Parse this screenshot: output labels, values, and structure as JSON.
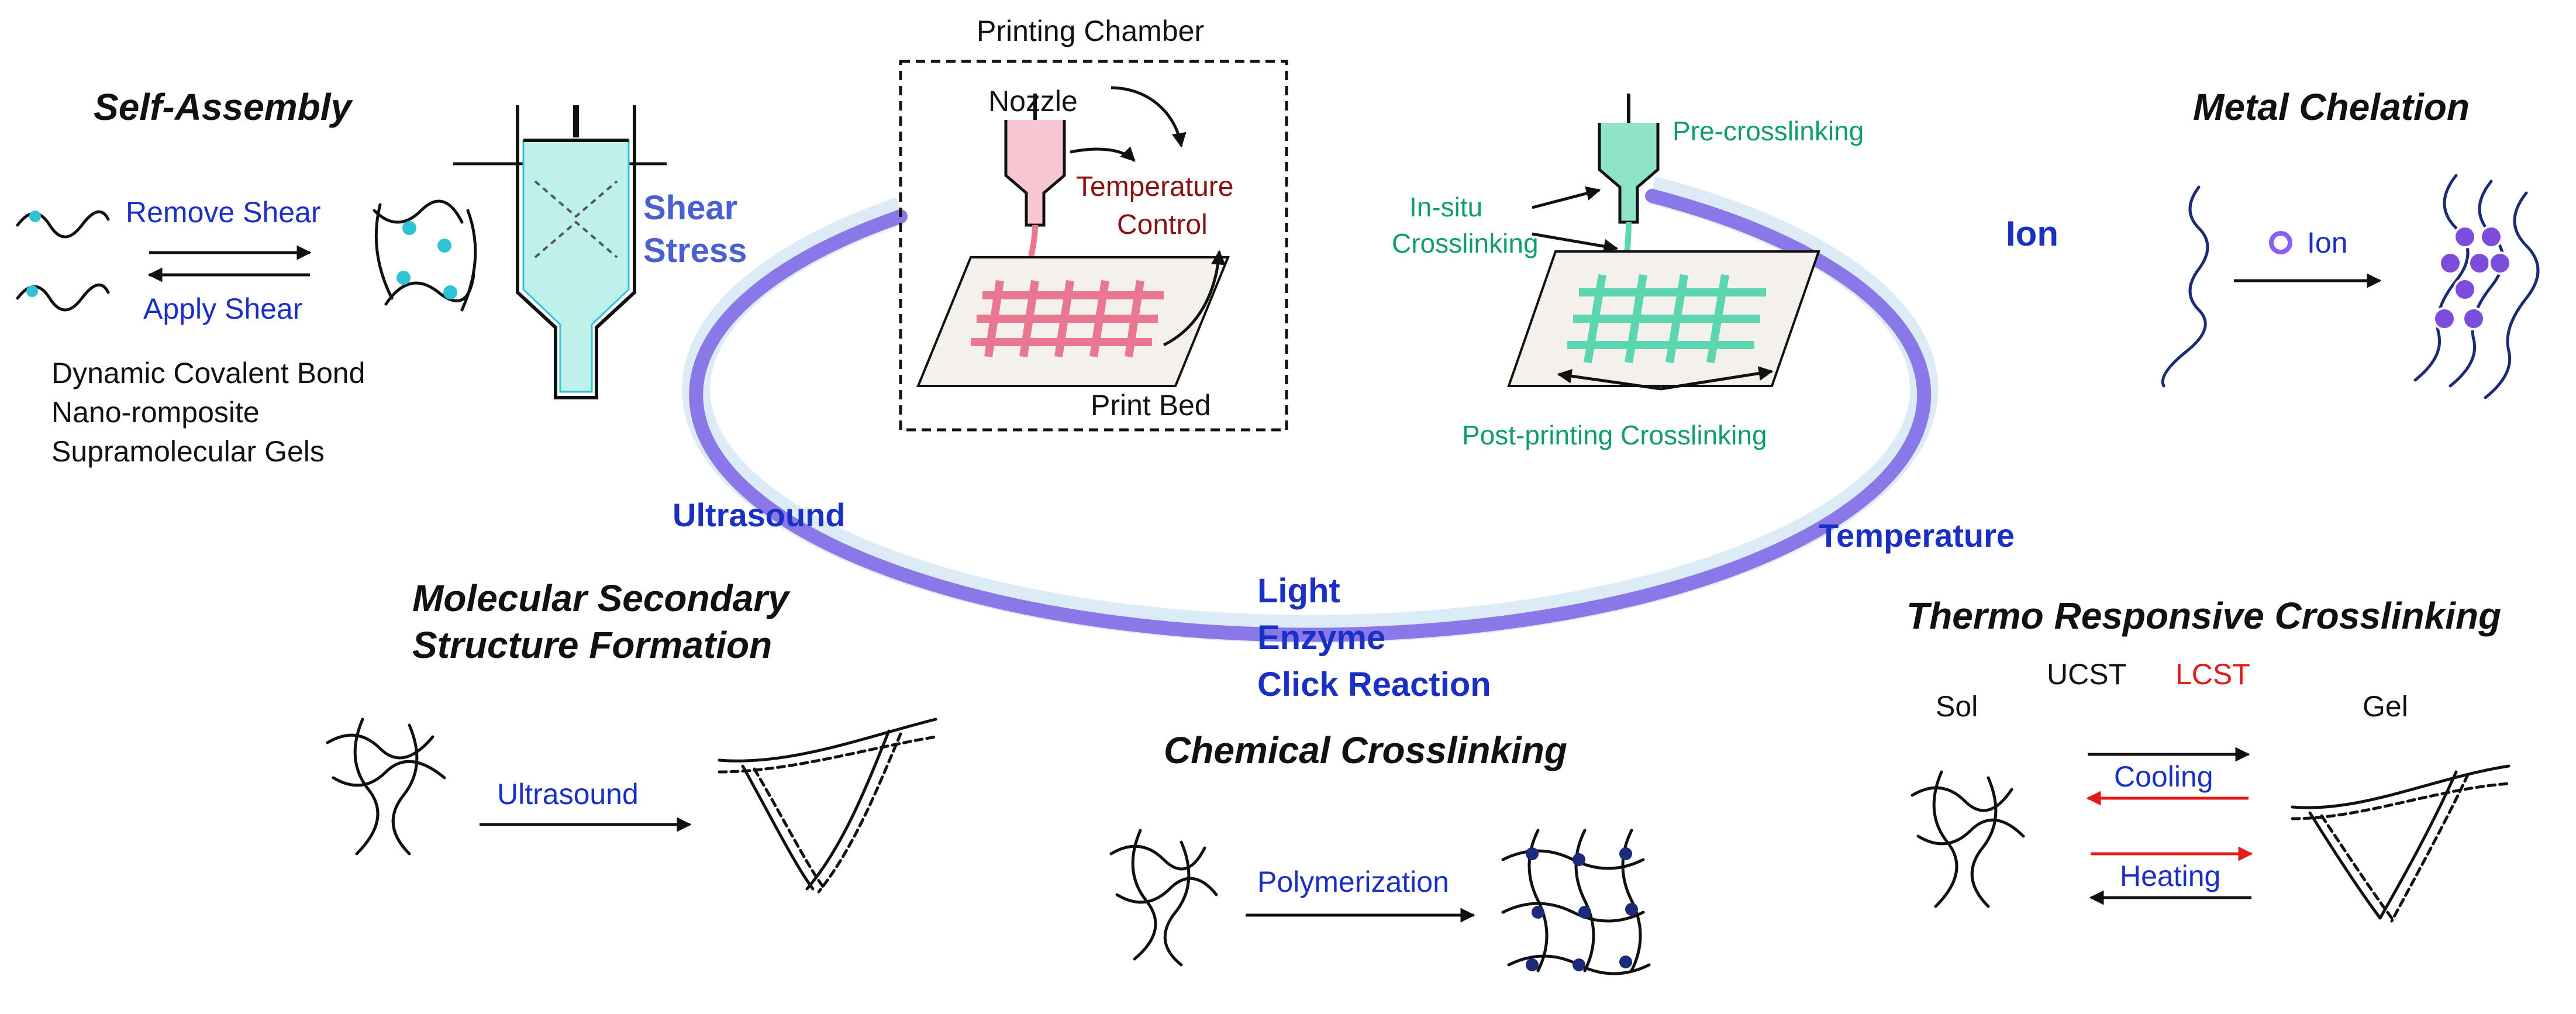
{
  "colors": {
    "stimulus_blue": "#1a2fc4",
    "ring": "#8b78e8",
    "teal": "#0f9d6e",
    "pink": "#e9778f",
    "dark_red": "#8b1010",
    "red": "#e21b1b"
  },
  "self_assembly": {
    "title": "Self-Assembly",
    "remove": "Remove Shear",
    "apply": "Apply Shear",
    "types": [
      "Dynamic Covalent Bond",
      "Nano-romposite",
      "Supramolecular Gels"
    ]
  },
  "shear": {
    "line1": "Shear",
    "line2": "Stress"
  },
  "chamber": {
    "title": "Printing Chamber",
    "nozzle": "Nozzle",
    "temp1": "Temperature",
    "temp2": "Control",
    "bed": "Print Bed"
  },
  "crosslink_print": {
    "pre": "Pre-crosslinking",
    "insitu1": "In-situ",
    "insitu2": "Crosslinking",
    "post": "Post-printing Crosslinking"
  },
  "stimuli": {
    "ion": "Ion",
    "ultrasound": "Ultrasound",
    "temperature": "Temperature",
    "light": "Light",
    "enzyme": "Enzyme",
    "click": "Click Reaction"
  },
  "metal": {
    "title": "Metal Chelation",
    "ion_label": "Ion"
  },
  "molecular": {
    "title1": "Molecular Secondary",
    "title2": "Structure Formation",
    "arrow": "Ultrasound"
  },
  "chemical": {
    "title": "Chemical Crosslinking",
    "arrow": "Polymerization"
  },
  "thermo": {
    "title": "Thermo Responsive Crosslinking",
    "sol": "Sol",
    "gel": "Gel",
    "ucst": "UCST",
    "lcst": "LCST",
    "cooling": "Cooling",
    "heating": "Heating"
  }
}
